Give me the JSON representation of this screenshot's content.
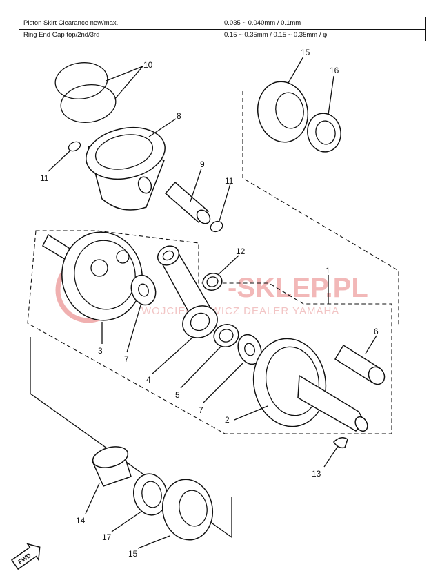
{
  "spec_table": {
    "rows": [
      {
        "label": "Piston Skirt Clearance new/max.",
        "value": "0.035 ~ 0.040mm / 0.1mm"
      },
      {
        "label": "Ring End Gap top/2nd/3rd",
        "value": "0.15 ~ 0.35mm / 0.15 ~ 0.35mm / φ"
      }
    ]
  },
  "callouts": {
    "c1": "1",
    "c2": "2",
    "c3": "3",
    "c4": "4",
    "c5": "5",
    "c6": "6",
    "c7a": "7",
    "c7b": "7",
    "c8": "8",
    "c9": "9",
    "c10": "10",
    "c11a": "11",
    "c11b": "11",
    "c12": "12",
    "c13": "13",
    "c14": "14",
    "c15a": "15",
    "c15b": "15",
    "c16": "16",
    "c17": "17"
  },
  "fwd_label": "FWD",
  "watermark": {
    "title": "-SKLEP.PL",
    "subtitle": "WOJCIECHOWICZ DEALER YAMAHA",
    "color": "#e8a0a0"
  }
}
